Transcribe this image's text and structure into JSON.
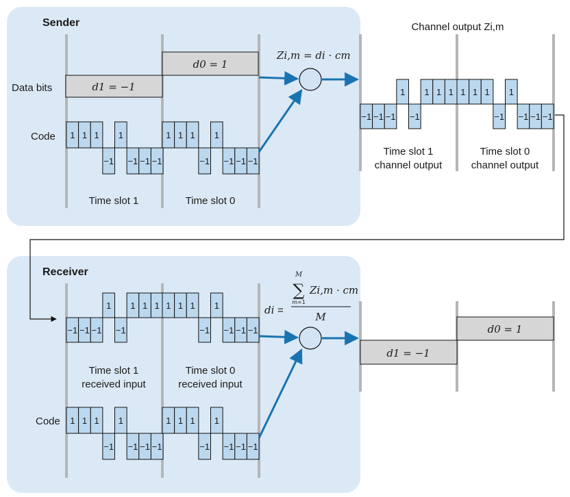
{
  "colors": {
    "panel": "#dbe9f6",
    "chip": "#bcd8ee",
    "arrow": "#1a73b0",
    "bar_fill": "#d6d6d6",
    "divider": "#b5b5b5",
    "line": "#111111"
  },
  "sender": {
    "title": "Sender",
    "data_bits_label": "Data bits",
    "d1_label": "d1 = −1",
    "d0_label": "d0 = 1",
    "code_label": "Code",
    "slot1_label": "Time slot 1",
    "slot0_label": "Time slot 0",
    "product_formula": "Zi,m = di · cm"
  },
  "channel": {
    "title": "Channel output Zi,m",
    "slot1_line1": "Time slot 1",
    "slot1_line2": "channel output",
    "slot0_line1": "Time slot 0",
    "slot0_line2": "channel output"
  },
  "receiver": {
    "title": "Receiver",
    "code_label": "Code",
    "slot1_line1": "Time slot 1",
    "slot1_line2": "received input",
    "slot0_line1": "Time slot 0",
    "slot0_line2": "received input",
    "formula_lhs": "di",
    "formula_sum_top": "M",
    "formula_sum_bottom": "m=1",
    "formula_numerator": "Zi,m · cm",
    "formula_denominator": "M",
    "d1_label": "d1 = −1",
    "d0_label": "d0 = 1"
  },
  "code_sequence": [
    1,
    1,
    1,
    -1,
    1,
    -1,
    -1,
    -1
  ],
  "channel_sequence": [
    -1,
    -1,
    -1,
    1,
    -1,
    1,
    1,
    1,
    1,
    1,
    1,
    1,
    -1,
    1,
    -1,
    -1,
    -1
  ],
  "chip_label_pos": "1",
  "chip_label_neg": "−1"
}
